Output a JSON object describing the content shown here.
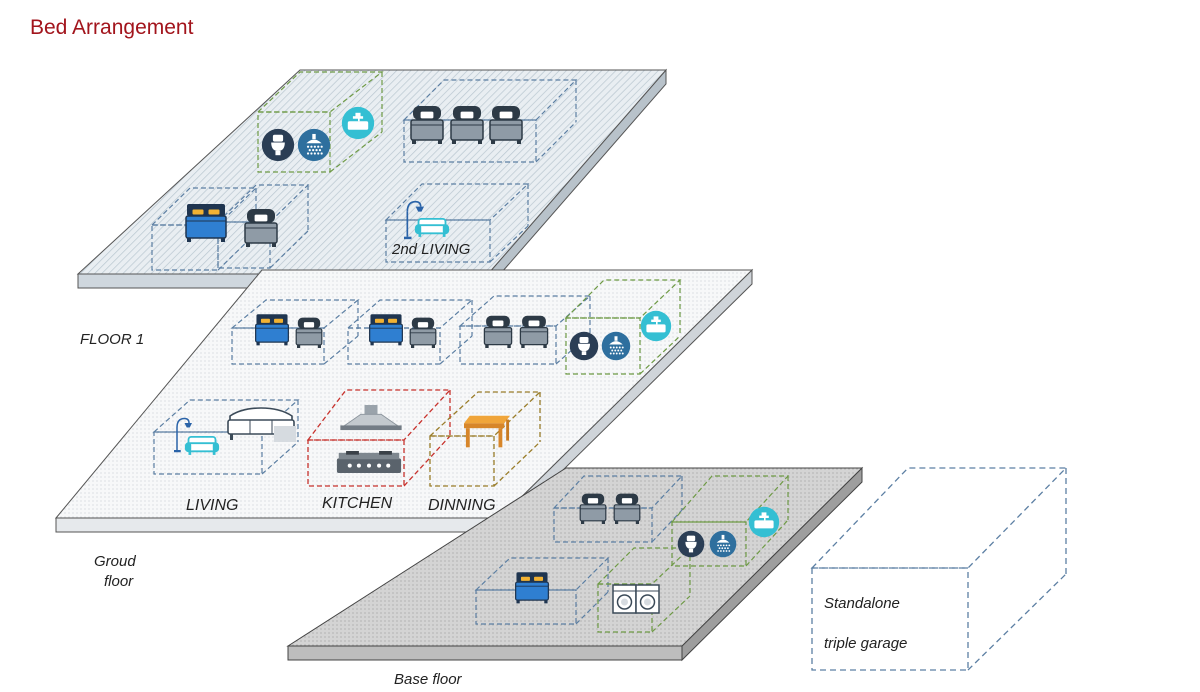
{
  "title": "Bed Arrangement",
  "floors": {
    "second": {
      "room_label": "2nd LIVING"
    },
    "floor1": {
      "side_label": "FLOOR 1",
      "rooms": [
        "LIVING",
        "KITCHEN",
        "DINNING"
      ]
    },
    "ground": {
      "side_label_line1": "Groud",
      "side_label_line2": "floor"
    },
    "base": {
      "label": "Base floor"
    }
  },
  "garage": {
    "line1": "Standalone",
    "line2": "triple garage"
  },
  "icons": [
    "double-bed-icon",
    "single-bed-icon",
    "toilet-icon",
    "shower-icon",
    "sink-icon",
    "floor-lamp-icon",
    "sofa-icon",
    "range-hood-icon",
    "stove-icon",
    "dining-table-icon",
    "washing-machine-icon"
  ],
  "colors": {
    "title": "#a2141c",
    "blue_box": "#5c7fa3",
    "green_box": "#6e9a45",
    "red_box": "#c8322d",
    "olive_box": "#9a7d2a",
    "bed_blue": "#2f7fd1",
    "sink_cyan": "#34bfd3"
  }
}
